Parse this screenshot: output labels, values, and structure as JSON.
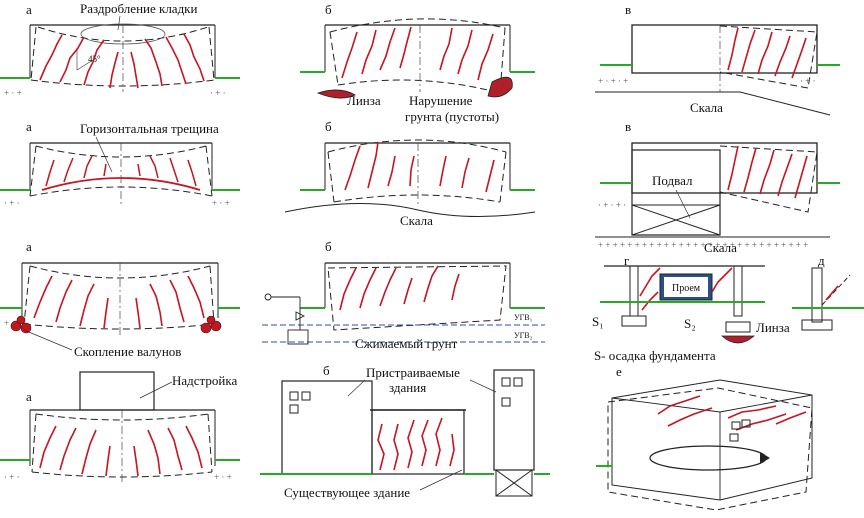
{
  "panel_letters": {
    "a1": "а",
    "a2": "а",
    "a3": "а",
    "a4": "а",
    "b1": "б",
    "b2": "б",
    "b3": "б",
    "b4": "б",
    "v1": "в",
    "v2": "в",
    "g": "г",
    "d": "д",
    "e": "е"
  },
  "labels": {
    "razdroblenie": "Раздробление кладки",
    "angle": "45°",
    "linza": "Линза",
    "narushenie_1": "Нарушение",
    "narushenie_2": "грунта (пустоты)",
    "skala_v1": "Скала",
    "gorizontalnaya": "Горизонтальная трещина",
    "skala_b2": "Скала",
    "podval": "Подвал",
    "skala_v2": "Скала",
    "skoplenie": "Скопление валунов",
    "szhimaemyy": "Сжимаемый грунт",
    "ugv1": "УГВ₁",
    "ugv2": "УГВ₂",
    "proem": "Проем",
    "s1": "S₁",
    "s2": "S₂",
    "linza_g": "Линза",
    "osadka": "S- осадка фундамента",
    "nadstroyka": "Надстройка",
    "pristraivaemye_1": "Пристраиваемые",
    "pristraivaemye_2": "здания",
    "sushchestvuyushchee": "Существующее здание"
  },
  "colors": {
    "crack": "#c8141e",
    "ground": "#2aa82a",
    "outline": "#222222",
    "lens_fill": "#b0202a",
    "proem_fill": "#2a4f8a",
    "water": "#2a4fb0"
  }
}
